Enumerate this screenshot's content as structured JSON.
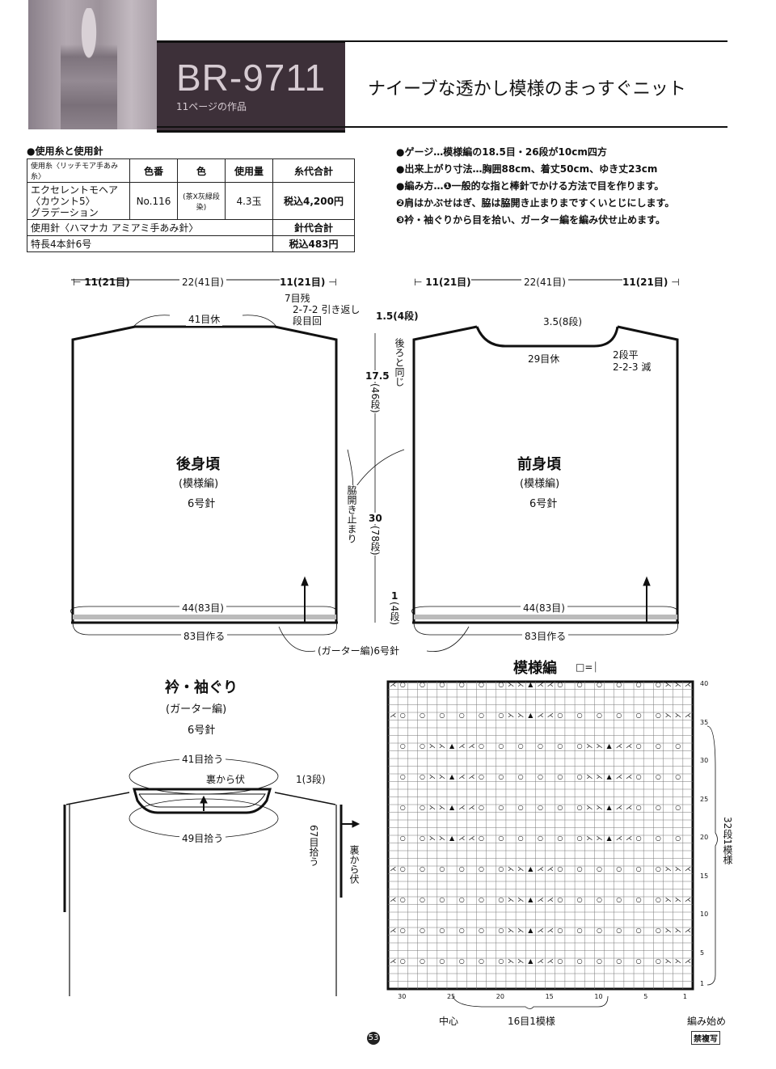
{
  "header": {
    "code": "BR-9711",
    "page_ref": "11ページの作品",
    "subtitle": "ナイーブな透かし模様のまっすぐニット"
  },
  "materials": {
    "heading": "●使用糸と使用針",
    "columns": [
      "使用糸〈リッチモア手あみ糸〉",
      "色番",
      "色",
      "使用量",
      "糸代合計"
    ],
    "yarn": {
      "name_lines": [
        "エクセレントモヘア",
        "〈カウント5〉",
        "グラデーション"
      ],
      "color_no": "No.116",
      "color": "(茶X灰緑段染)",
      "amount": "4.3玉",
      "price": "税込4,200円"
    },
    "needle_header": "使用針〈ハマナカ アミアミ手あみ針〉",
    "needle_total_label": "針代合計",
    "needle": "特長4本針6号",
    "needle_price": "税込483円"
  },
  "instructions": [
    "●ゲージ…模様編の18.5目・26段が10cm四方",
    "●出来上がり寸法…胸囲88cm、着丈50cm、ゆき丈23cm",
    "●編み方…❶一般的な指と棒針でかける方法で目を作ります。",
    "❷肩はかぶせはぎ、脇は脇開き止まりまですくいとじにします。",
    "❸衿・袖ぐりから目を拾い、ガーター編を編み伏せ止めます。"
  ],
  "back_body": {
    "top_dims": [
      "11(21目)",
      "22(41目)",
      "11(21目)"
    ],
    "hold": "41目休",
    "shoulder_note": [
      "7目残",
      "2-7-2 引き返し",
      "段目回"
    ],
    "title": "後身頃",
    "pattern": "(模様編)",
    "needle": "6号針",
    "width": "44(83目)",
    "cast_on": "83目作る"
  },
  "front_body": {
    "top_dims": [
      "11(21目)",
      "22(41目)",
      "11(21目)"
    ],
    "neck_depth": "3.5(8段)",
    "hold": "29目休",
    "neck_note": [
      "2段平",
      "2-2-3 減"
    ],
    "same_as_back": "後ろと同じ",
    "title": "前身頃",
    "pattern": "(模様編)",
    "needle": "6号針",
    "width": "44(83目)",
    "cast_on": "83目作る"
  },
  "vertical_dims": {
    "shoulder": "1.5(4段)",
    "armhole": "17.5",
    "armhole_rows": "(46段)",
    "side": "30",
    "side_rows": "(78段)",
    "hem": "1",
    "hem_rows": "(4段)",
    "slit_note": "脇開き止まり"
  },
  "garter_note": "(ガーター編)6号針",
  "collar": {
    "title": "衿・袖ぐり",
    "pattern": "(ガーター編)",
    "needle": "6号針",
    "back_pick": "41目拾う",
    "front_pick": "49目拾う",
    "bind_off": "裏から伏",
    "width": "1(3段)",
    "armhole_pick": "67目拾う",
    "armhole_bind": "裏から伏"
  },
  "chart": {
    "title": "模様編",
    "legend": "□=⏐",
    "row_labels": [
      "40",
      "35",
      "30",
      "25",
      "20",
      "15",
      "10",
      "5",
      "1"
    ],
    "col_labels": [
      "30",
      "25",
      "20",
      "15",
      "10",
      "5",
      "1"
    ],
    "repeat_rows": "32段1模様",
    "center": "中心",
    "repeat_cols": "16目1模様",
    "start": "編み始め"
  },
  "footer": {
    "page": "53",
    "stamp": "禁複写"
  }
}
